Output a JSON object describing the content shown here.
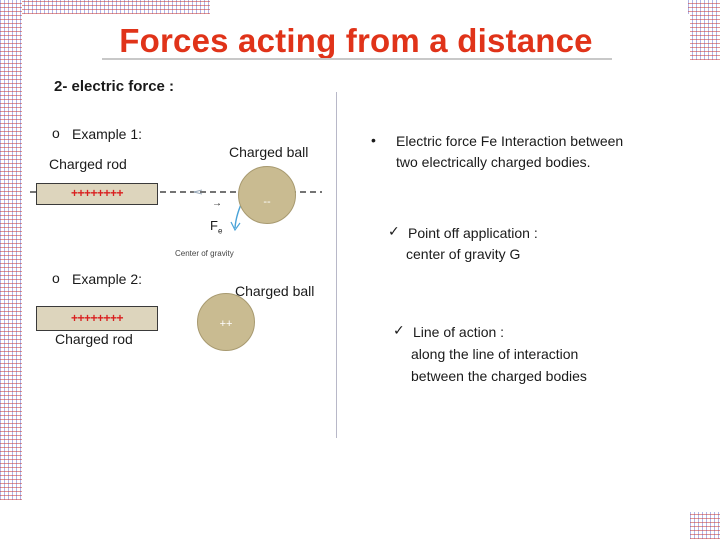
{
  "title": "Forces acting from a distance",
  "section_heading": "2- electric force :",
  "left": {
    "example1": {
      "bullet": "o",
      "label": "Example 1:",
      "rod_label": "Charged rod",
      "rod_charges": "++++++++",
      "ball_label": "Charged ball",
      "ball_charges": "--",
      "force_vector": "→",
      "force_label": "F",
      "force_sub": "e",
      "center_label": "Center of gravity"
    },
    "example2": {
      "bullet": "o",
      "label": "Example 2:",
      "ball_label": "Charged ball",
      "rod_charges": "++++++++",
      "rod_label": "Charged rod",
      "ball_charges": "++"
    }
  },
  "right": {
    "bullet": "•",
    "def_line1": "Electric force Fe Interaction between",
    "def_line2": "two electrically charged bodies.",
    "check": "✓",
    "point_line1": "Point off application :",
    "point_line2": "center of gravity G",
    "line_line1": "Line of action :",
    "line_line2": "along the line of interaction",
    "line_line3": "between the charged bodies"
  },
  "colors": {
    "title": "#e03319",
    "rod_fill": "#ddd5bd",
    "ball_fill": "#c9bb91",
    "charges": "#d92020",
    "force_arrow": "#4aa3d8"
  }
}
